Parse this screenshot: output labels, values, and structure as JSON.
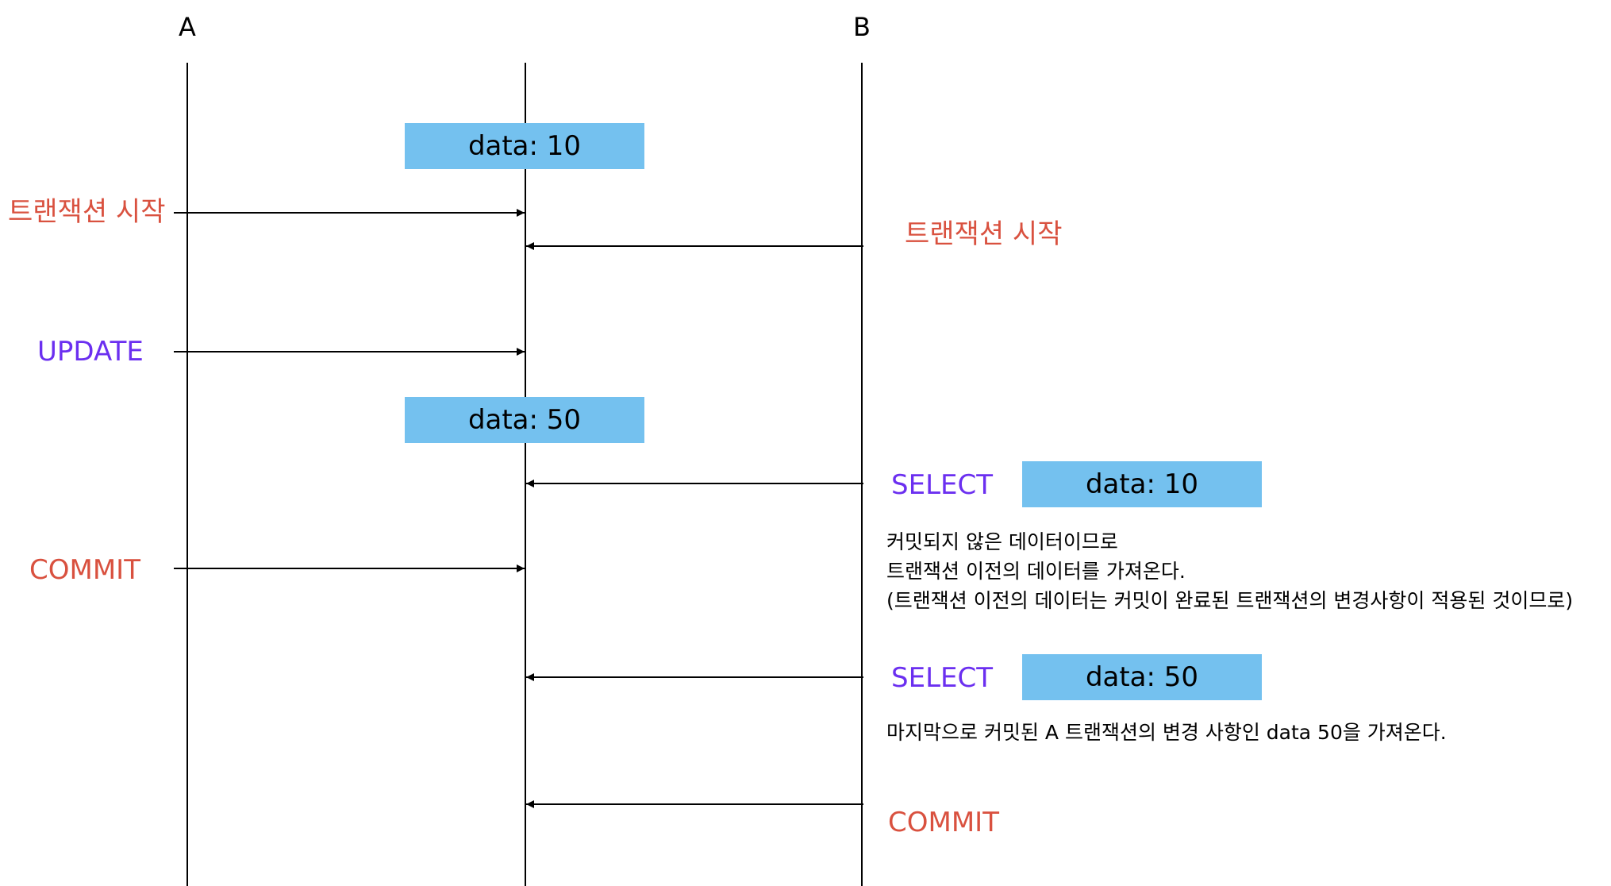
{
  "lanes": {
    "a_label": "A",
    "b_label": "B"
  },
  "colors": {
    "box_fill": "#74c1ef",
    "label_red": "#d9513f",
    "label_purple": "#6b2ff0",
    "line": "#000000"
  },
  "boxes": {
    "initial": "data: 10",
    "after_update": "data: 50",
    "b_select_1": "data: 10",
    "b_select_2": "data: 50"
  },
  "transaction_a": {
    "start": "트랜잭션 시작",
    "update": "UPDATE",
    "commit": "COMMIT"
  },
  "transaction_b": {
    "start": "트랜잭션 시작",
    "select_1": "SELECT",
    "select_2": "SELECT",
    "commit": "COMMIT"
  },
  "notes": {
    "select_1": {
      "line1": "커밋되지 않은 데이터이므로",
      "line2": "트랜잭션 이전의 데이터를 가져온다.",
      "line3": "(트랜잭션 이전의 데이터는 커밋이 완료된 트랜잭션의 변경사항이 적용된 것이므로)"
    },
    "select_2": {
      "line1": "마지막으로 커밋된 A 트랜잭션의 변경 사항인 data 50을 가져온다."
    }
  }
}
